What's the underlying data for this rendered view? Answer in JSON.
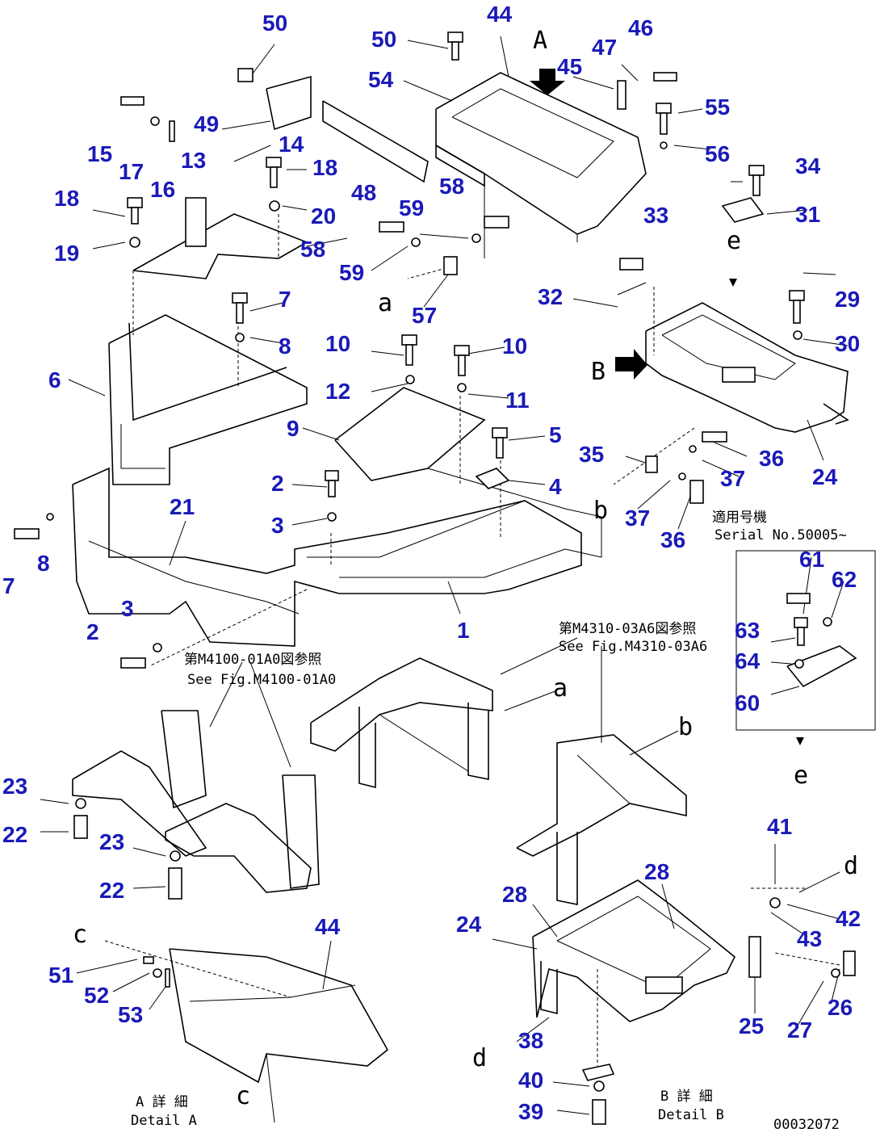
{
  "callouts": {
    "c50a": "50",
    "c50b": "50",
    "c44a": "44",
    "c54": "54",
    "c45": "45",
    "c47": "47",
    "c46": "46",
    "c55": "55",
    "c56": "56",
    "c49": "49",
    "c14": "14",
    "c13": "13",
    "c15": "15",
    "c17": "17",
    "c16": "16",
    "c18a": "18",
    "c18b": "18",
    "c20": "20",
    "c19": "19",
    "c58a": "58",
    "c48": "48",
    "c58b": "58",
    "c59a": "59",
    "c59b": "59",
    "c57": "57",
    "c32": "32",
    "c33": "33",
    "c34": "34",
    "c31": "31",
    "c29": "29",
    "c30": "30",
    "c7a": "7",
    "c8a": "8",
    "c10a": "10",
    "c10b": "10",
    "c12": "12",
    "c11": "11",
    "c6": "6",
    "c9": "9",
    "c5": "5",
    "c4": "4",
    "c35": "35",
    "c36a": "36",
    "c37a": "37",
    "c24a": "24",
    "c37b": "37",
    "c36b": "36",
    "c2a": "2",
    "c3a": "3",
    "c21": "21",
    "c7b": "7",
    "c8b": "8",
    "c1": "1",
    "c3b": "3",
    "c2b": "2",
    "c61": "61",
    "c62": "62",
    "c63": "63",
    "c64": "64",
    "c60": "60",
    "c23a": "23",
    "c22a": "22",
    "c23b": "23",
    "c22b": "22",
    "c41": "41",
    "c28a": "28",
    "c28b": "28",
    "c42": "42",
    "c43": "43",
    "c24b": "24",
    "c26": "26",
    "c27": "27",
    "c25": "25",
    "c38": "38",
    "c40": "40",
    "c39": "39",
    "c44b": "44",
    "c51": "51",
    "c52": "52",
    "c53": "53"
  },
  "letters": {
    "A_view": "A",
    "B_view": "B",
    "a_top": "a",
    "e_top": "e",
    "b_mid": "b",
    "a_mid": "a",
    "b_right": "b",
    "e_bottom": "e",
    "d_right": "d",
    "d_bottom": "d",
    "c_top": "c",
    "c_bottom": "c"
  },
  "notes": {
    "serial_jp": "適用号機",
    "serial_en": "Serial No.50005~",
    "see_m4310_jp": "第M4310-03A6図参照",
    "see_m4310_en": "See Fig.M4310-03A6",
    "see_m4100_jp": "第M4100-01A0図参照",
    "see_m4100_en": "See Fig.M4100-01A0",
    "detail_a_jp": "A 詳 細",
    "detail_a_en": "Detail A",
    "detail_b_jp": "B 詳 細",
    "detail_b_en": "Detail B",
    "drawing_code": "00032072"
  }
}
